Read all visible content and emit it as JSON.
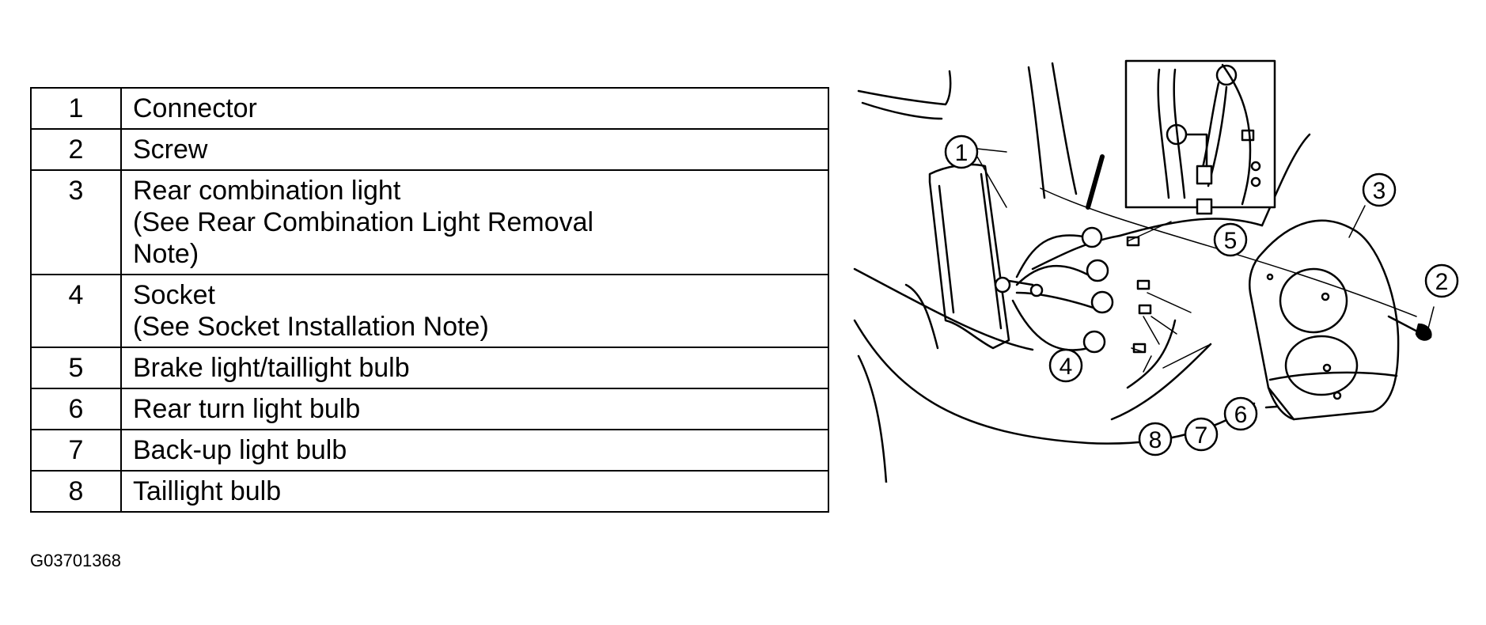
{
  "parts": [
    {
      "num": "1",
      "desc": "Connector"
    },
    {
      "num": "2",
      "desc": "Screw"
    },
    {
      "num": "3",
      "desc": "Rear combination light\n(See  Rear Combination Light Removal\nNote)"
    },
    {
      "num": "4",
      "desc": "Socket\n(See  Socket Installation Note)"
    },
    {
      "num": "5",
      "desc": "Brake light/taillight bulb"
    },
    {
      "num": "6",
      "desc": "Rear turn light bulb"
    },
    {
      "num": "7",
      "desc": "Back-up light bulb"
    },
    {
      "num": "8",
      "desc": "Taillight bulb"
    }
  ],
  "figure_id": "G03701368",
  "callouts": [
    "1",
    "2",
    "3",
    "4",
    "5",
    "6",
    "7",
    "8"
  ]
}
